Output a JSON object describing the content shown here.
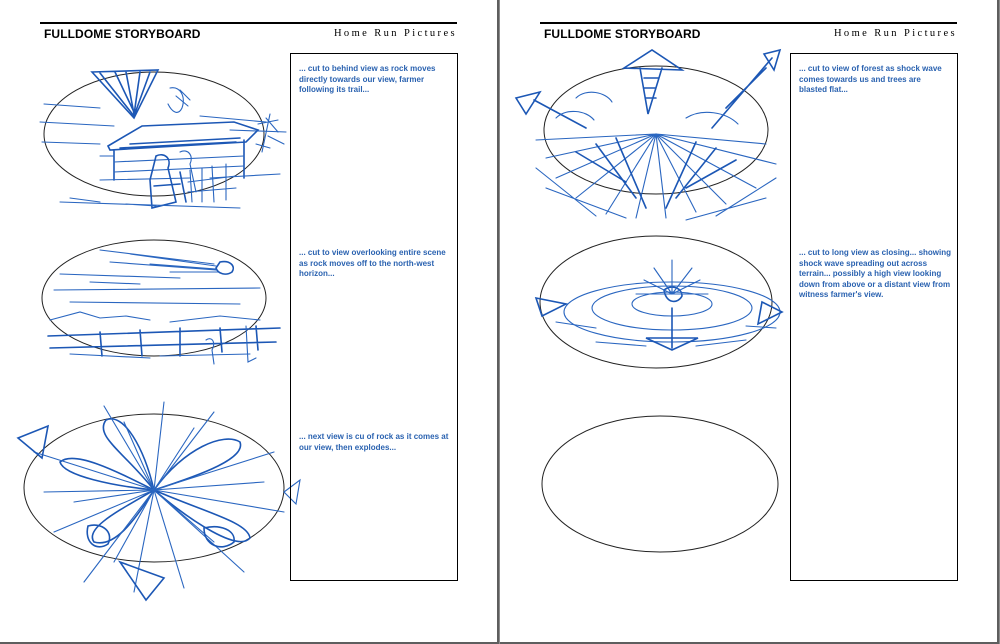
{
  "pages": [
    {
      "title": "FULLDOME STORYBOARD",
      "company": "Home Run Pictures",
      "notes": [
        "... cut to behind view as rock moves directly towards our view, farmer following its trail...",
        "... cut to view overlooking entire scene as rock moves off to the north-west horizon...",
        "... next view is cu of rock as it comes at our view, then explodes..."
      ]
    },
    {
      "title": "FULLDOME STORYBOARD",
      "company": "Home Run Pictures",
      "notes": [
        "... cut to view of forest as shock wave comes towards us and trees are blasted flat...",
        "... cut to long view as closing... showing shock wave spreading out across terrain... possibly a high view looking down from above or a distant view from witness farmer's view."
      ]
    }
  ],
  "colors": {
    "sketch": "#2a66c0",
    "note_text": "#2a62b0",
    "background": "#8c8c8c"
  }
}
